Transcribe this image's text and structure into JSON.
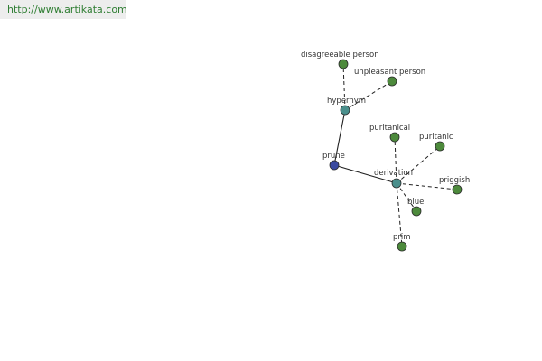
{
  "banner": {
    "text": "http://www.artikata.com"
  },
  "colors": {
    "root": "#3b4aa0",
    "relation": "#4a8f8c",
    "leaf": "#4d8a3c",
    "banner_text": "#2e7d32"
  },
  "graph": {
    "nodes": [
      {
        "id": "prune",
        "label": "prune",
        "kind": "root"
      },
      {
        "id": "hypernym",
        "label": "hypernym",
        "kind": "relation"
      },
      {
        "id": "derivation",
        "label": "derivation",
        "kind": "relation"
      },
      {
        "id": "disagreeable-person",
        "label": "disagreeable person",
        "kind": "leaf"
      },
      {
        "id": "unpleasant-person",
        "label": "unpleasant person",
        "kind": "leaf"
      },
      {
        "id": "puritanical",
        "label": "puritanical",
        "kind": "leaf"
      },
      {
        "id": "puritanic",
        "label": "puritanic",
        "kind": "leaf"
      },
      {
        "id": "priggish",
        "label": "priggish",
        "kind": "leaf"
      },
      {
        "id": "blue",
        "label": "blue",
        "kind": "leaf"
      },
      {
        "id": "prim",
        "label": "prim",
        "kind": "leaf"
      }
    ],
    "edges": [
      {
        "from": "prune",
        "to": "hypernym",
        "style": "solid"
      },
      {
        "from": "prune",
        "to": "derivation",
        "style": "solid"
      },
      {
        "from": "hypernym",
        "to": "disagreeable-person",
        "style": "dashed"
      },
      {
        "from": "hypernym",
        "to": "unpleasant-person",
        "style": "dashed"
      },
      {
        "from": "derivation",
        "to": "puritanical",
        "style": "dashed"
      },
      {
        "from": "derivation",
        "to": "puritanic",
        "style": "dashed"
      },
      {
        "from": "derivation",
        "to": "priggish",
        "style": "dashed"
      },
      {
        "from": "derivation",
        "to": "blue",
        "style": "dashed"
      },
      {
        "from": "derivation",
        "to": "prim",
        "style": "dashed"
      }
    ]
  }
}
